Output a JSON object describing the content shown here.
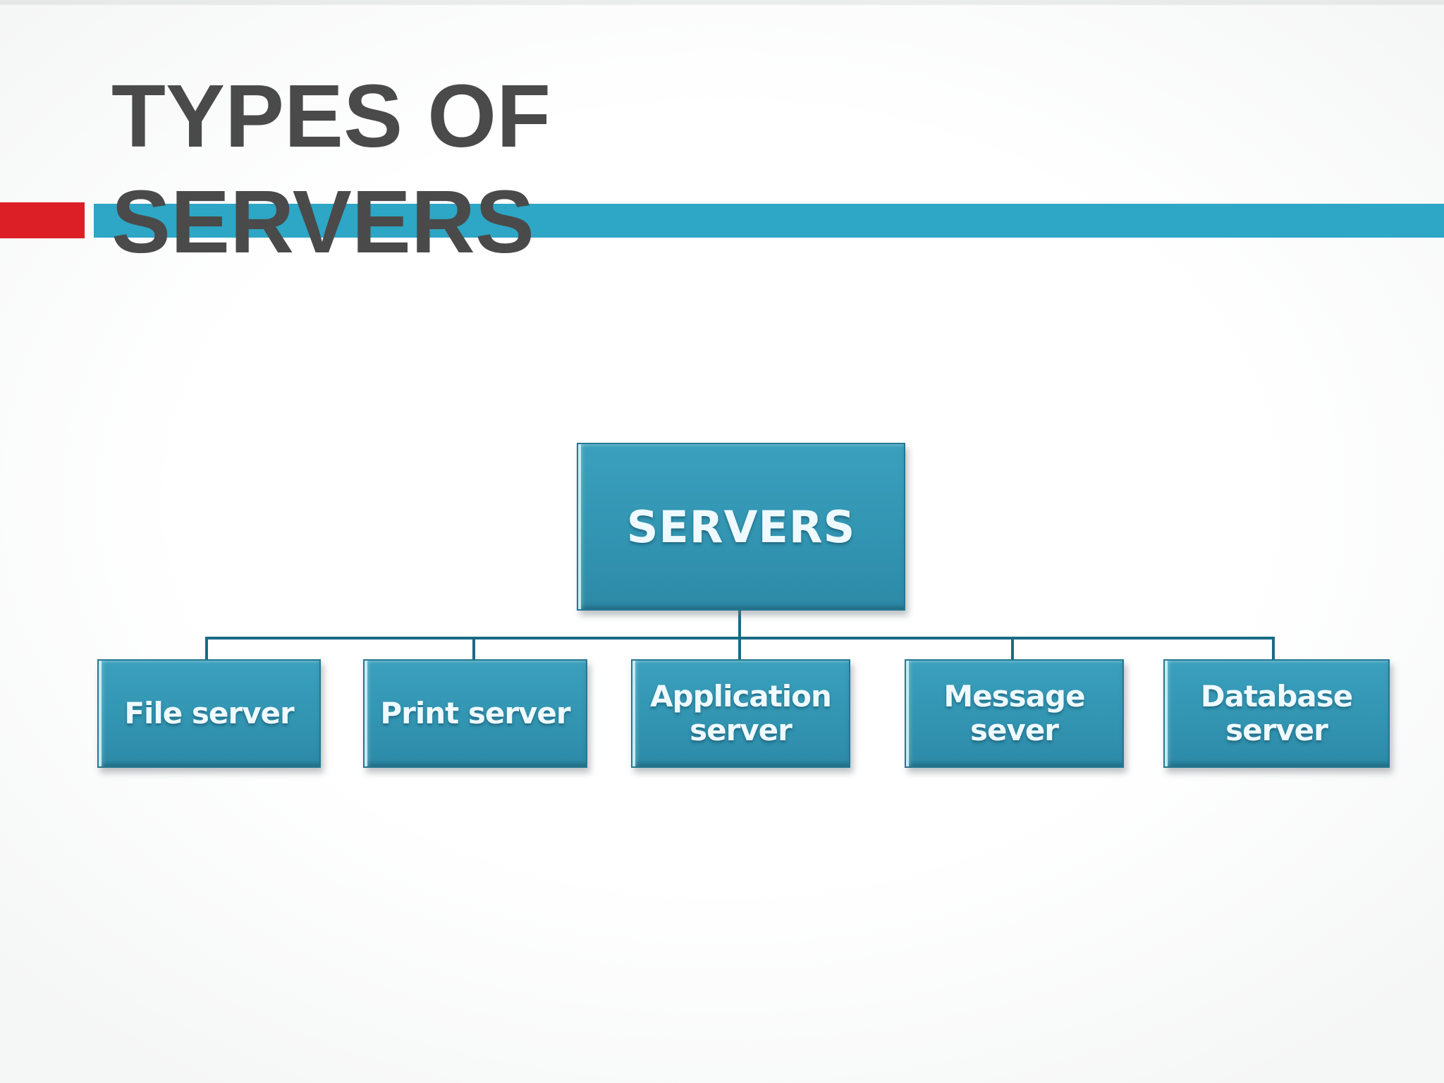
{
  "slide": {
    "title": {
      "line1": "TYPES OF",
      "line2": "SERVERS"
    },
    "accents": {
      "title_text_color": "#4a4a4a",
      "red_bar_color": "#dc1e26",
      "teal_band_color": "#2ea6c5"
    }
  },
  "diagram": {
    "root": {
      "label": "SERVERS"
    },
    "children": [
      {
        "label": "File server"
      },
      {
        "label": "Print server"
      },
      {
        "label": "Application\nserver"
      },
      {
        "label": "Message\nsever"
      },
      {
        "label": "Database\nserver"
      }
    ],
    "colors": {
      "box_fill": "#3295b2",
      "box_border": "#257792",
      "box_label_text": "#eefaff",
      "connector": "#1a6b85"
    }
  }
}
